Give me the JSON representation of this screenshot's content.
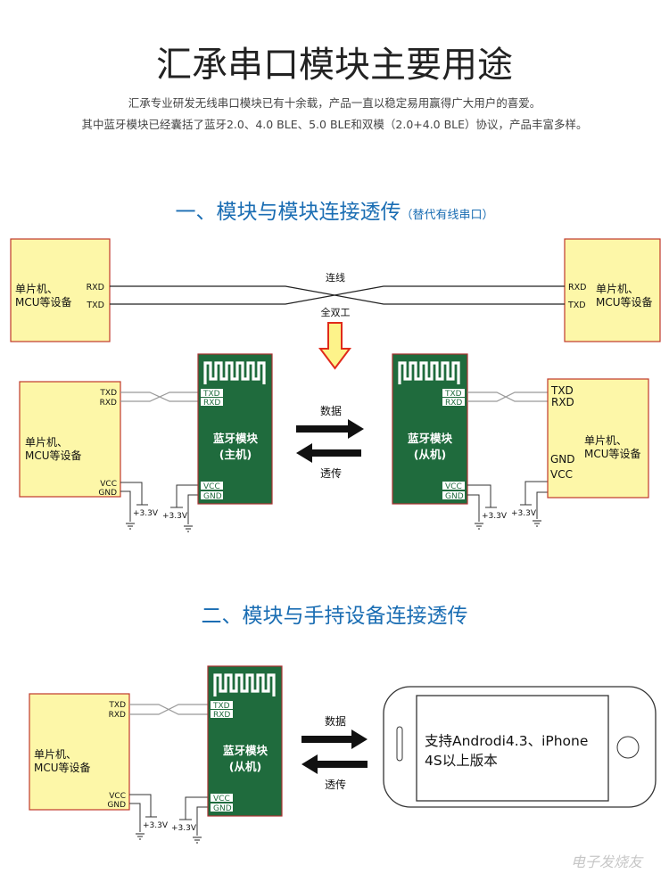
{
  "title": "汇承串口模块主要用途",
  "intro": [
    "汇承专业研发无线串口模块已有十余载，产品一直以稳定易用赢得广大用户的喜爱。",
    "其中蓝牙模块已经囊括了蓝牙2.0、4.0 BLE、5.0 BLE和双模（2.0+4.0 BLE）协议，产品丰富多样。"
  ],
  "section1": {
    "heading": "一、模块与模块连接透传",
    "subheading": "（替代有线串口）",
    "wire_label_top": "连线",
    "wire_label_bottom": "全双工",
    "data_label": "数据",
    "passthrough_label": "透传"
  },
  "section2": {
    "heading": "二、模块与手持设备连接透传",
    "data_label": "数据",
    "passthrough_label": "透传",
    "phone_text": [
      "支持Androdi4.3、iPhone",
      "4S以上版本"
    ]
  },
  "device": {
    "line1": "单片机、",
    "line2": "MCU等设备"
  },
  "module": {
    "name": "蓝牙模块",
    "master": "(主机)",
    "slave": "(从机)"
  },
  "pins": {
    "txd": "TXD",
    "rxd": "RXD",
    "vcc": "VCC",
    "gnd": "GND",
    "v33": "+3.3V"
  },
  "watermark": "电子发烧友",
  "colors": {
    "heading_blue": "#1a6db3",
    "module_green": "#1f6b3d",
    "box_yellow": "#fdf7a8",
    "border_red": "#c0392b"
  }
}
